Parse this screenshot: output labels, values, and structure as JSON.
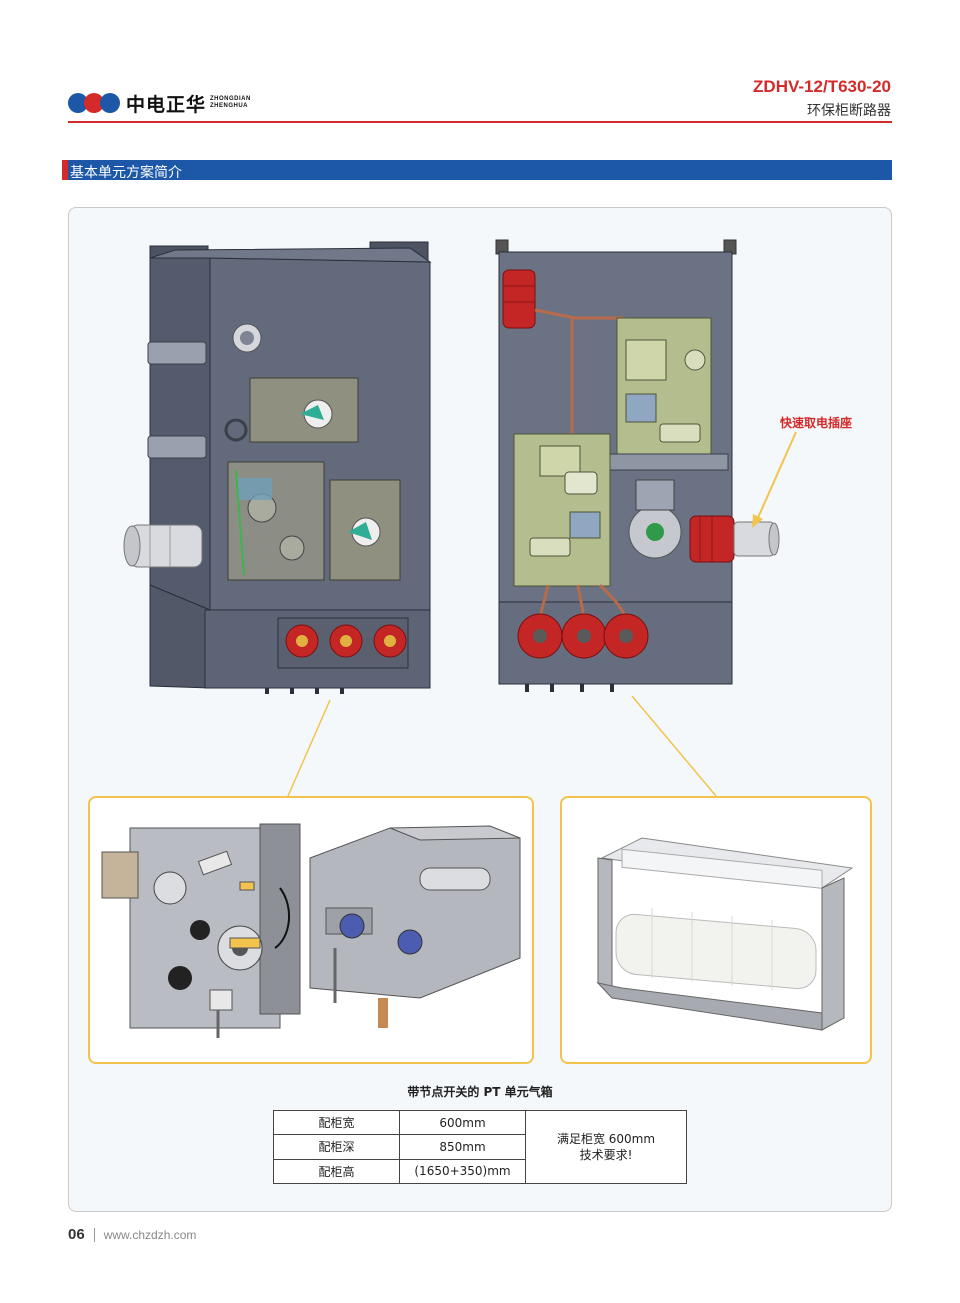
{
  "header": {
    "brand_cn": "中电正华",
    "brand_en_line1": "ZHONGDIAN",
    "brand_en_line2": "ZHENGHUA",
    "brand_colors": [
      "#1d58a8",
      "#d42a2a",
      "#1d58a8"
    ],
    "model": "ZDHV-12/T630-20",
    "product": "环保柜断路器"
  },
  "section": {
    "title": "基本单元方案简介"
  },
  "callout": {
    "label": "快速取电插座"
  },
  "caption": "带节点开关的 PT 单元气箱",
  "spec_table": {
    "rows": [
      {
        "label": "配柜宽",
        "value": "600mm"
      },
      {
        "label": "配柜深",
        "value": "850mm"
      },
      {
        "label": "配柜高",
        "value": "(1650+350)mm"
      }
    ],
    "note_line1": "满足柜宽 600mm",
    "note_line2": "技术要求!"
  },
  "footer": {
    "page_number": "06",
    "url": "www.chzdzh.com"
  },
  "colors": {
    "accent_red": "#d42a2a",
    "brand_blue": "#1d58a8",
    "connector_yellow": "#f2c44e",
    "cabinet_gray": "#5e6577"
  }
}
